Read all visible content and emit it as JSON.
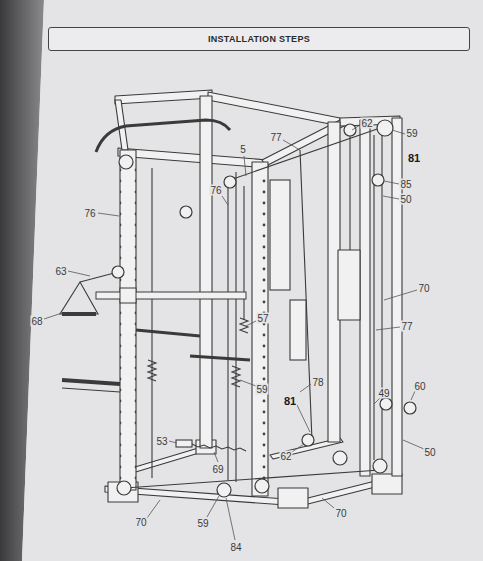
{
  "diagram": {
    "nodes": [
      {
        "text": [
          "INSTALLATION STEPS"
        ]
      }
    ],
    "labels": [
      "76",
      "76",
      "5",
      "77",
      "62",
      "59",
      "81",
      "85",
      "50",
      "70",
      "77",
      "63",
      "68",
      "57",
      "59",
      "78",
      "81",
      "49",
      "60",
      "53",
      "62",
      "69",
      "50",
      "70",
      "59",
      "84",
      "70"
    ]
  }
}
